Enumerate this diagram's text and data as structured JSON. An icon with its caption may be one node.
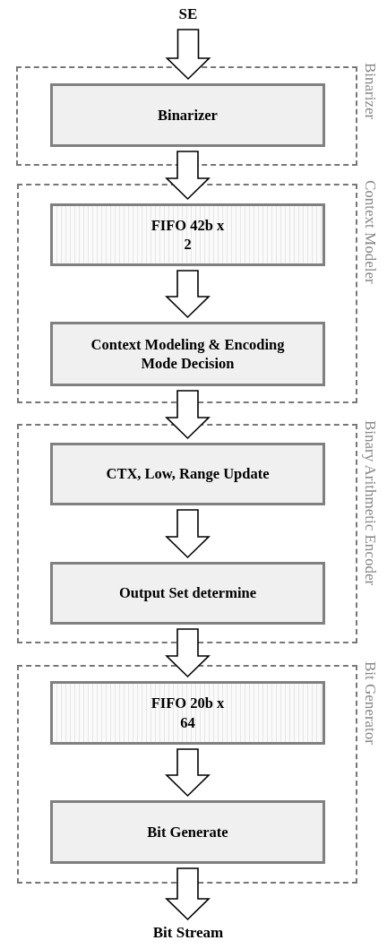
{
  "diagram": {
    "nodes": [
      {
        "text": [
          "SE"
        ]
      },
      {
        "text": [
          "Binarizer"
        ]
      },
      {
        "text": [
          "Binarizer"
        ],
        "in": 1
      },
      {
        "text": [
          "Context Modeler"
        ]
      },
      {
        "text": [
          "FIFO 42b x 2"
        ],
        "in": 3
      },
      {
        "text": [
          "Context Modeling & Encoding Mode Decision"
        ],
        "in": 3
      },
      {
        "text": [
          "Binary Arithmetic Encoder"
        ]
      },
      {
        "text": [
          "CTX, Low, Range Update"
        ],
        "in": 6
      },
      {
        "text": [
          "Output Set determine"
        ],
        "in": 6
      },
      {
        "text": [
          "Bit Generator"
        ]
      },
      {
        "text": [
          "FIFO 20b x 64"
        ],
        "in": 9
      },
      {
        "text": [
          "Bit Generate"
        ],
        "in": 9
      },
      {
        "text": [
          "Bit Stream"
        ]
      }
    ],
    "edges": [
      {
        "from": 0,
        "to": 2,
        "arrow": "to"
      },
      {
        "from": 2,
        "to": 4,
        "arrow": "to"
      },
      {
        "from": 4,
        "to": 5,
        "arrow": "to"
      },
      {
        "from": 5,
        "to": 7,
        "arrow": "to"
      },
      {
        "from": 7,
        "to": 8,
        "arrow": "to"
      },
      {
        "from": 8,
        "to": 10,
        "arrow": "to"
      },
      {
        "from": 10,
        "to": 11,
        "arrow": "to"
      },
      {
        "from": 11,
        "to": 12,
        "arrow": "to"
      }
    ]
  }
}
